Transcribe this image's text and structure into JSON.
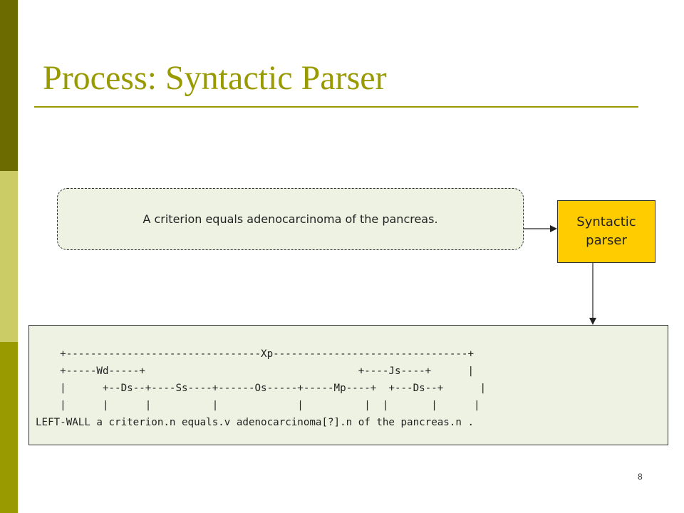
{
  "slide": {
    "title": "Process: Syntactic Parser",
    "page_number": "8"
  },
  "input_sentence": "A criterion equals adenocarcinoma of the pancreas.",
  "parser": {
    "label": "Syntactic\nparser"
  },
  "parse_output": {
    "lines": [
      "    +--------------------------------Xp--------------------------------+",
      "    +-----Wd-----+                                   +----Js----+      |",
      "    |      +--Ds--+----Ss----+------Os-----+-----Mp----+  +---Ds--+      |",
      "    |      |      |          |             |          |  |       |      |",
      "LEFT-WALL a criterion.n equals.v adenocarcinoma[?].n of the pancreas.n ."
    ]
  },
  "colors": {
    "accent": "#999900",
    "sidebar_dark": "#6b6b00",
    "sidebar_light": "#cccc66",
    "parser_fill": "#ffcc00",
    "panel_fill": "#eef2e2"
  }
}
